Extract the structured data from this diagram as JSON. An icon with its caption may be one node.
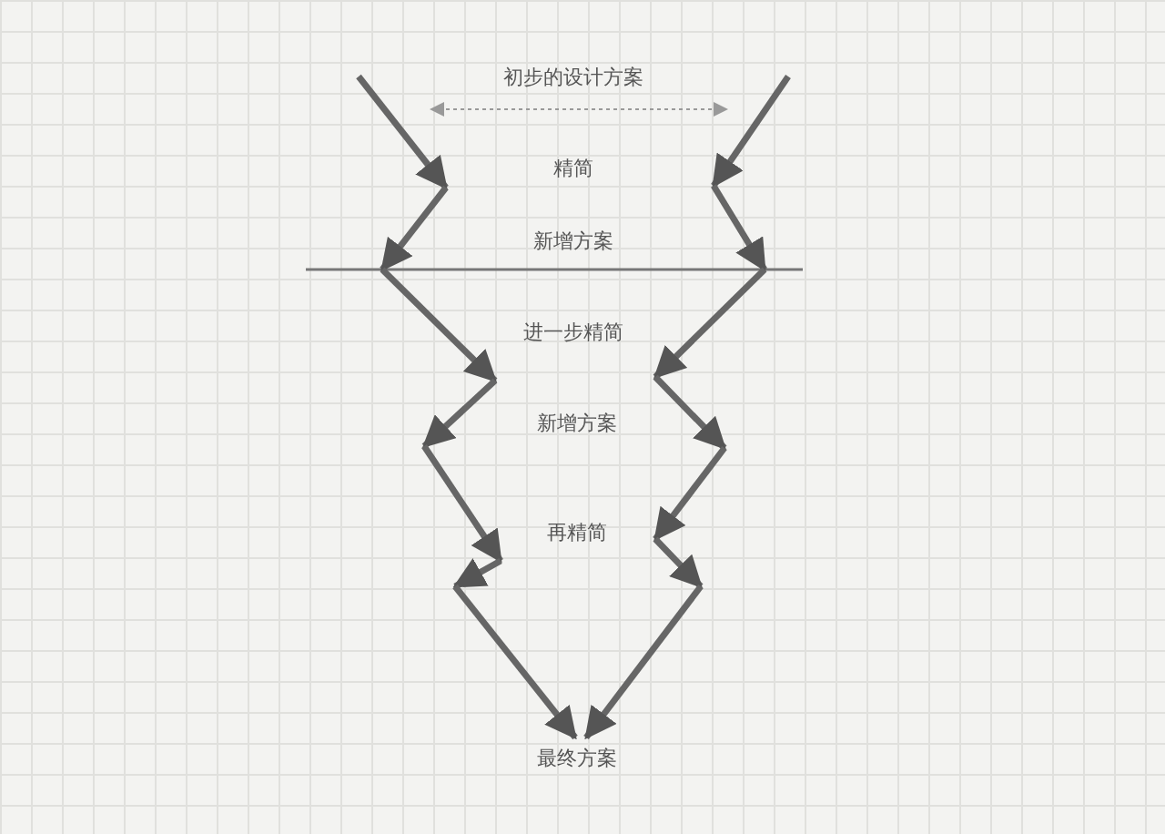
{
  "diagram": {
    "labels": [
      "初步的设计方案",
      "精简",
      "新增方案",
      "进一步精简",
      "新增方案",
      "再精简",
      "最终方案"
    ]
  }
}
